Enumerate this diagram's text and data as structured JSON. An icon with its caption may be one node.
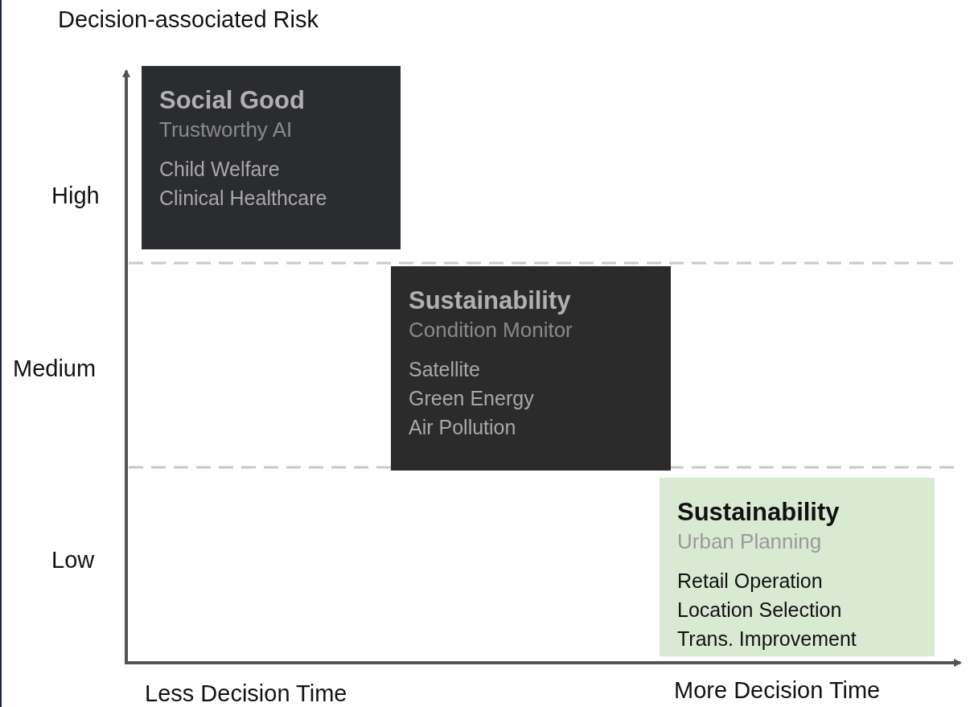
{
  "diagram": {
    "nodes": [
      {
        "text": [
          "Social Good",
          "Trustworthy AI",
          "Child Welfare",
          "Clinical Healthcare"
        ]
      },
      {
        "text": [
          "Sustainability",
          "Condition Monitor",
          "Satellite",
          "Green Energy",
          "Air Pollution"
        ]
      },
      {
        "text": [
          "Sustainability",
          "Urban Planning",
          "Retail Operation",
          "Location Selection",
          "Trans. Improvement"
        ]
      }
    ],
    "labels": [
      "Decision-associated Risk",
      "High",
      "Medium",
      "Low",
      "Less Decision Time",
      "More Decision Time"
    ]
  }
}
